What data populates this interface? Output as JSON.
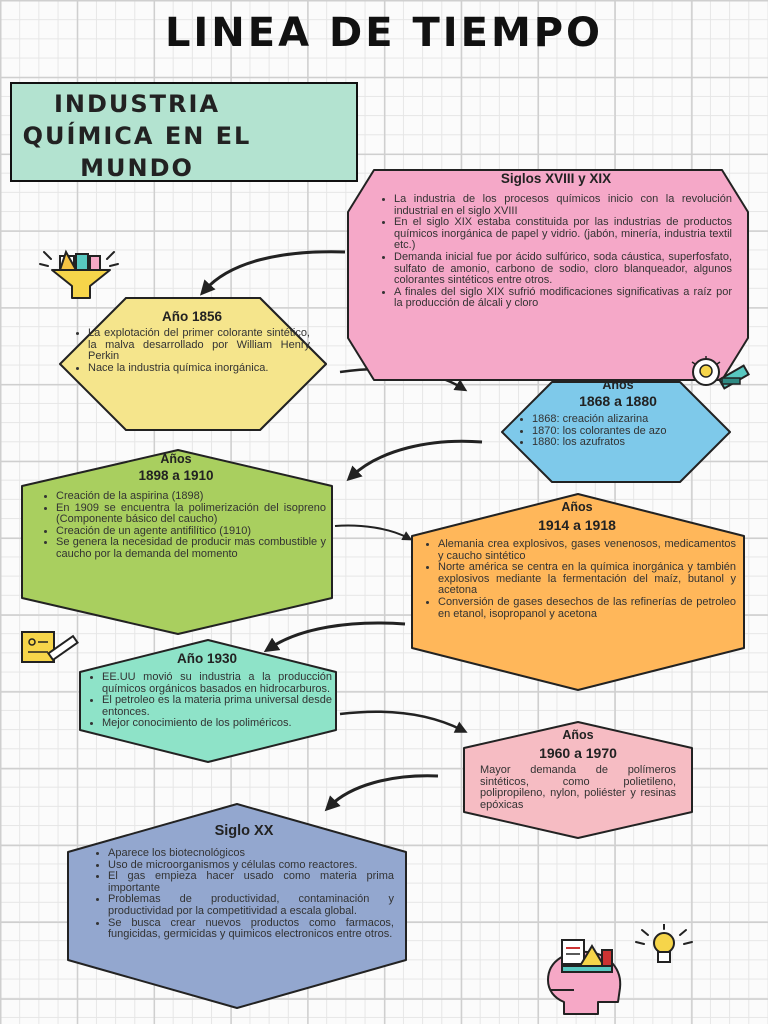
{
  "title": "LINEA DE TIEMPO",
  "subtitle": "INDUSTRIA QUÍMICA EN EL MUNDO",
  "events": [
    {
      "id": "siglos-xviii-xix",
      "title": "Siglos XVIII y XIX",
      "color": "#f5a8c8",
      "items": [
        "La industria de los procesos químicos inicio con la revolución industrial en el siglo XVIII",
        "En el siglo XIX estaba constituida por las industrias de productos químicos inorgánica de papel y vidrio. (jabón, minería, industria textil etc.)",
        "Demanda inicial fue por ácido sulfúrico, soda cáustica, superfosfato, sulfato de amonio, carbono de sodio, cloro blanqueador, algunos colorantes sintéticos entre otros.",
        "A finales del siglo XIX sufrió modificaciones significativas a raíz por la producción de álcali y cloro"
      ]
    },
    {
      "id": "ano-1856",
      "title": "Año 1856",
      "color": "#f5e58c",
      "items": [
        "La explotación del primer colorante sintético, la malva desarrollado por William Henry Perkin",
        "Nace la industria química inorgánica."
      ]
    },
    {
      "id": "anos-1868-1880",
      "title_line1": "Años",
      "title_line2": "1868 a 1880",
      "color": "#7ec9ea",
      "items": [
        "1868: creación alizarina",
        "1870: los colorantes de azo",
        "1880: los azufratos"
      ]
    },
    {
      "id": "anos-1898-1910",
      "title_line1": "Años",
      "title_line2": "1898 a 1910",
      "color": "#a9cf5f",
      "items": [
        "Creación de la aspirina (1898)",
        "En 1909 se encuentra la polimerización del isopreno (Componente básico del caucho)",
        "Creación de un agente antifilítico (1910)",
        "Se genera la necesidad de producir mas combustible y caucho por la demanda del momento"
      ]
    },
    {
      "id": "anos-1914-1918",
      "title_line1": "Años",
      "title_line2": "1914 a 1918",
      "color": "#ffb75a",
      "items": [
        "Alemania crea explosivos, gases venenosos, medicamentos y caucho sintético",
        "Norte américa se centra en la química inorgánica y también explosivos mediante la fermentación del maíz, butanol y acetona",
        "Conversión de gases desechos de las refinerías de petroleo en etanol, isopropanol y acetona"
      ]
    },
    {
      "id": "ano-1930",
      "title": "Año 1930",
      "color": "#8ee3c8",
      "items": [
        "EE.UU movió su industria a la producción químicos orgánicos basados en hidrocarburos.",
        "El petroleo es la materia prima universal desde entonces.",
        "Mejor conocimiento de los poliméricos."
      ]
    },
    {
      "id": "anos-1960-1970",
      "title_line1": "Años",
      "title_line2": "1960 a 1970",
      "color": "#f6bcc3",
      "text": "Mayor demanda de polímeros sintéticos, como polietileno, polipropileno, nylon, poliéster y resinas epóxicas"
    },
    {
      "id": "siglo-xx",
      "title": "Siglo XX",
      "color": "#93a7cf",
      "items": [
        "Aparece los biotecnológicos",
        "Uso de microorganismos y células como reactores.",
        "El gas empieza hacer usado como materia prima importante",
        "Problemas de productividad, contaminación y productividad por la competitividad a escala global.",
        "Se busca crear nuevos productos como farmacos, fungicidas, germicidas y quimicos electronicos entre otros."
      ]
    }
  ],
  "icons": [
    "chemistry-funnel-icon",
    "lightbulb-pencil-icon",
    "checklist-pencil-icon",
    "lightbulb-icon",
    "science-head-icon"
  ]
}
